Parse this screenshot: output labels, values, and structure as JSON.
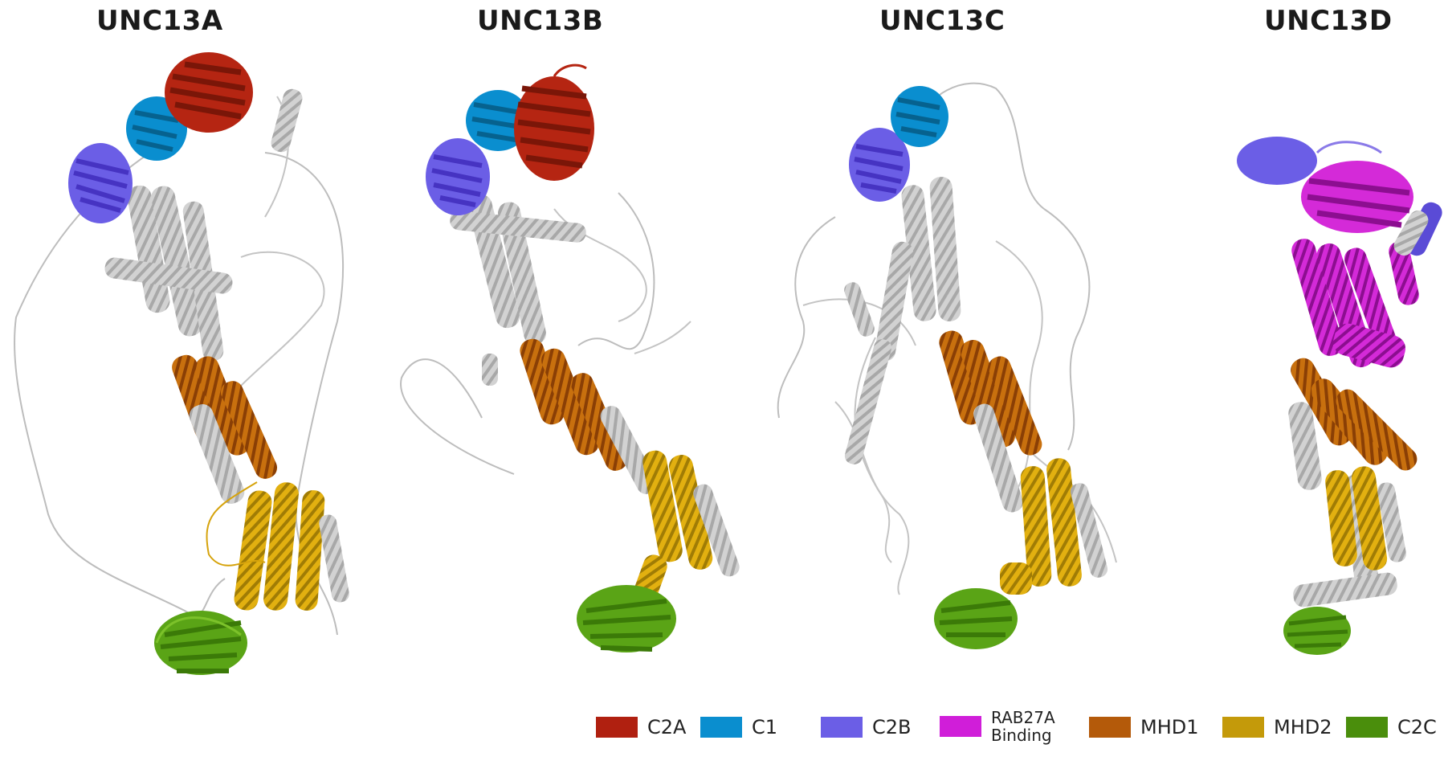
{
  "titles": [
    "UNC13A",
    "UNC13B",
    "UNC13C",
    "UNC13D"
  ],
  "legend": [
    {
      "label": "C2A",
      "color": "#b02010"
    },
    {
      "label": "C1",
      "color": "#0a8ecf"
    },
    {
      "label": "C2B",
      "color": "#6b5ee6"
    },
    {
      "label": "RAB27A Binding",
      "color": "#d01ed9"
    },
    {
      "label": "MHD1",
      "color": "#b45a0a"
    },
    {
      "label": "MHD2",
      "color": "#c49a0a"
    },
    {
      "label": "C2C",
      "color": "#4a8e0c"
    }
  ],
  "colors": {
    "coil": "#c8c8c8",
    "background": "#ffffff"
  }
}
